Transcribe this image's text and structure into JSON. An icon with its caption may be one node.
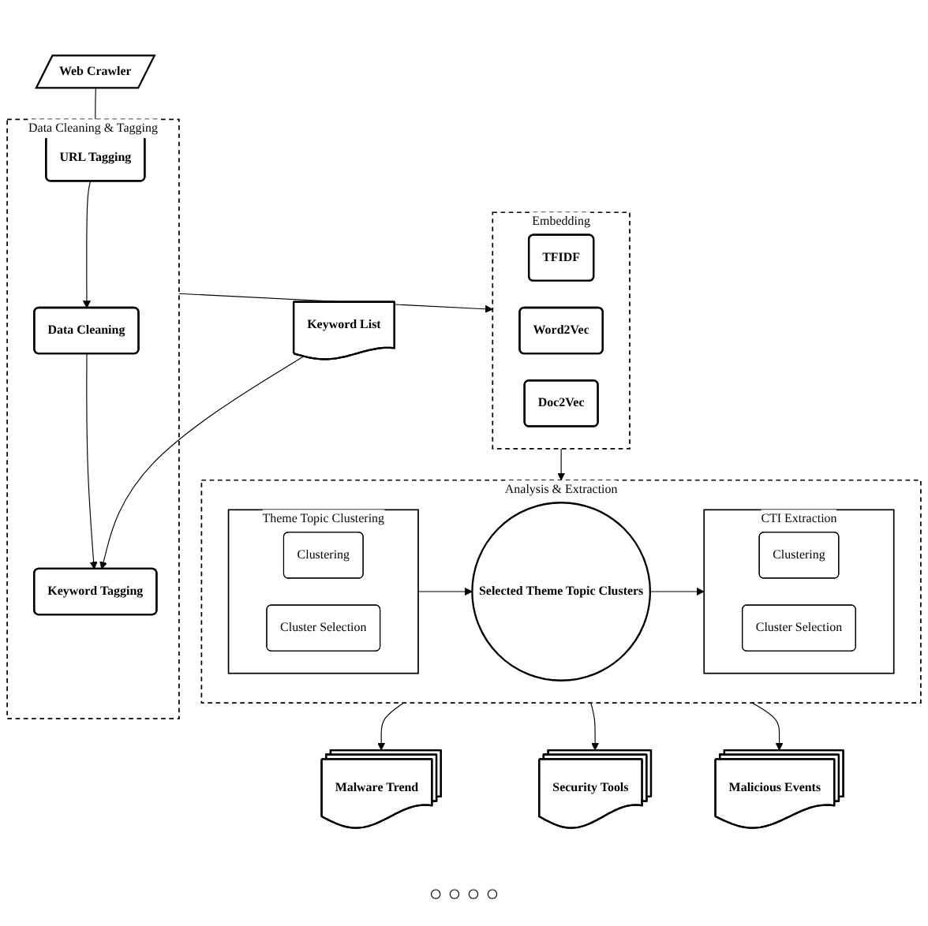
{
  "diagram": {
    "nodes": [
      {
        "text": [
          "Data Cleaning & Tagging"
        ]
      },
      {
        "text": [
          "URL Tagging"
        ],
        "in": 0
      },
      {
        "text": [
          "Data Cleaning"
        ],
        "in": 0
      },
      {
        "text": [
          "Keyword Tagging"
        ],
        "in": 0
      },
      {
        "text": [
          "Web Crawler"
        ]
      },
      {
        "text": [
          "Keyword List"
        ]
      },
      {
        "text": [
          "Embedding"
        ]
      },
      {
        "text": [
          "TFIDF"
        ],
        "in": 6
      },
      {
        "text": [
          "Word2Vec"
        ],
        "in": 6
      },
      {
        "text": [
          "Doc2Vec"
        ],
        "in": 6
      },
      {
        "text": [
          "Analysis & Extraction"
        ]
      },
      {
        "text": [
          "Theme Topic Clustering"
        ],
        "in": 10
      },
      {
        "text": [
          "Clustering"
        ],
        "in": 11
      },
      {
        "text": [
          "Cluster Selection"
        ],
        "in": 11
      },
      {
        "text": [
          "Selected Theme Topic Clusters"
        ],
        "in": 10
      },
      {
        "text": [
          "CTI Extraction"
        ],
        "in": 10
      },
      {
        "text": [
          "Clustering"
        ],
        "in": 15
      },
      {
        "text": [
          "Cluster Selection"
        ],
        "in": 15
      },
      {
        "text": [
          "Malware Trend"
        ]
      },
      {
        "text": [
          "Security Tools"
        ]
      },
      {
        "text": [
          "Malicious Events"
        ]
      }
    ],
    "edges": [
      {
        "from": 4,
        "to": 1,
        "arrow": "to"
      },
      {
        "from": 1,
        "to": 2,
        "arrow": "to"
      },
      {
        "from": 2,
        "to": 3,
        "arrow": "to"
      },
      {
        "from": 5,
        "to": 3,
        "arrow": "to"
      },
      {
        "from": 0,
        "to": 6,
        "arrow": "to"
      },
      {
        "from": 6,
        "to": 10,
        "arrow": "to"
      },
      {
        "from": 11,
        "to": 14,
        "arrow": "to"
      },
      {
        "from": 14,
        "to": 15,
        "arrow": "to"
      },
      {
        "from": 10,
        "to": 18,
        "arrow": "to"
      },
      {
        "from": 10,
        "to": 19,
        "arrow": "to"
      },
      {
        "from": 10,
        "to": 20,
        "arrow": "to"
      }
    ],
    "labels": [
      "○ ○ ○ ○"
    ]
  }
}
